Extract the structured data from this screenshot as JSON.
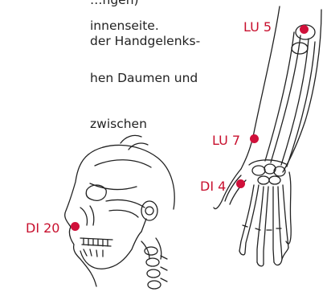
{
  "document": {
    "lines": [
      "…ngen)",
      "innenseite.",
      " der Handgelenks-",
      "hen Daumen und",
      "zwischen"
    ]
  },
  "points": {
    "lu5": "LU 5",
    "lu7": "LU 7",
    "di4": "DI 4",
    "di20": "DI 20"
  },
  "colors": {
    "point_marker": "#d0103a",
    "label_text": "#c8102e"
  },
  "illustrations": [
    "arm-skeleton-illustration",
    "skull-skeleton-illustration"
  ]
}
